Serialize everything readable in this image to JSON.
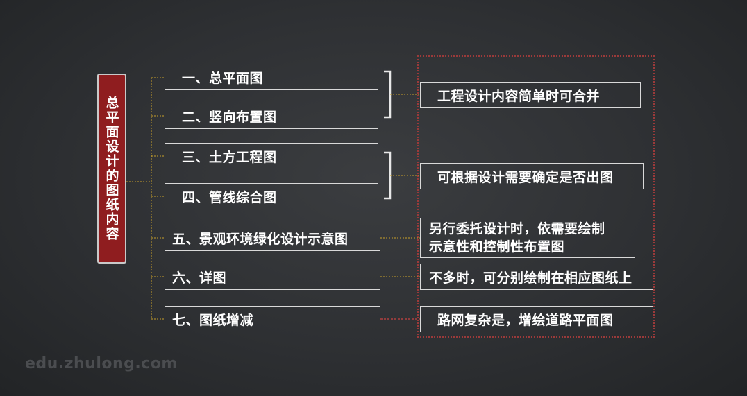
{
  "title": "总平面设计的图纸内容",
  "items": [
    {
      "label": "一、总平面图"
    },
    {
      "label": "二、竖向布置图"
    },
    {
      "label": "三、土方工程图"
    },
    {
      "label": "四、管线综合图"
    },
    {
      "label": "五、景观环境绿化设计示意图"
    },
    {
      "label": "六、详图"
    },
    {
      "label": "七、图纸增减"
    }
  ],
  "notes": [
    {
      "text": "工程设计内容简单时可合并"
    },
    {
      "text": "可根据设计需要确定是否出图"
    },
    {
      "line1": "另行委托设计时，依需要绘制",
      "line2": "示意性和控制性布置图"
    },
    {
      "text": "不多时，可分别绘制在相应图纸上"
    },
    {
      "text": "路网复杂是，增绘道路平面图"
    }
  ],
  "watermark": "edu.zhulong.com",
  "colors": {
    "title_bg": "#8f1d1f",
    "connector": "#c8a02a",
    "frame": "#9b3a3a",
    "background": "#2e3033"
  }
}
